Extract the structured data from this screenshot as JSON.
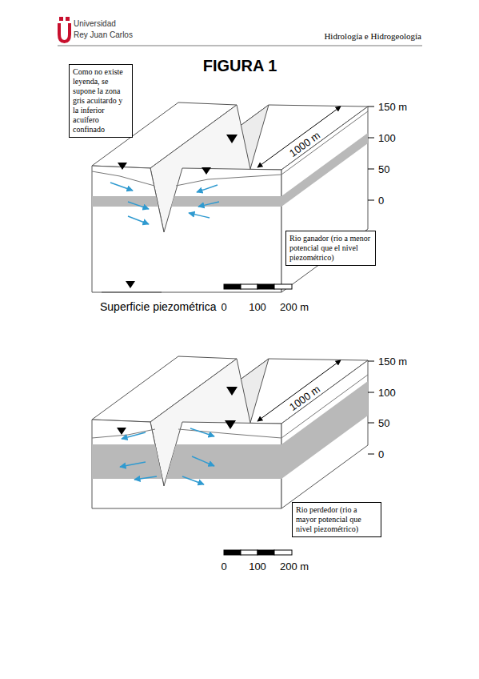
{
  "diagram": {
    "title": "FIGURA 1",
    "nodes": [
      {
        "text": [
          "Como no existe leyenda, se supone la zona gris acuitardo y la inferior acuífero confinado"
        ]
      },
      {
        "text": [
          "Rio ganador (rio a menor potencial que el nivel piezométrico)"
        ]
      },
      {
        "text": [
          "Rio perdedor (rio a mayor potencial que nivel piezométrico)"
        ]
      }
    ],
    "labels": [
      "Universidad",
      "Rey Juan Carlos",
      "Hidrología e Hidrogeología",
      "1000 m",
      "150 m",
      "100",
      "50",
      "0",
      "0",
      "100",
      "200 m",
      "1000 m",
      "150 m",
      "100",
      "50",
      "0",
      "0",
      "100",
      "200 m"
    ],
    "legend": [
      {
        "text": "Superficie piezométrica"
      }
    ]
  }
}
